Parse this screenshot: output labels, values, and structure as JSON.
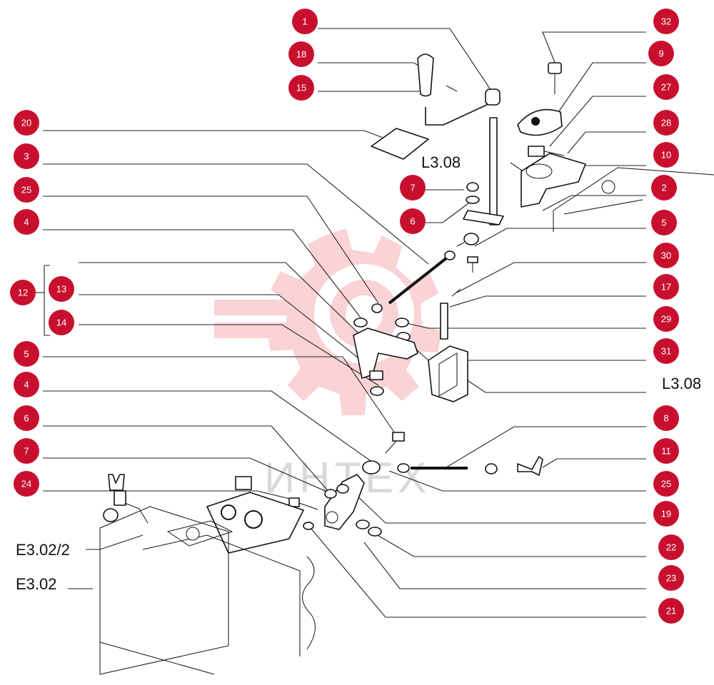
{
  "diagram": {
    "watermark_text": "ИНТЕХ",
    "accent_color": "#c8102e",
    "reference_labels": [
      {
        "id": "ref-l308-top",
        "text": "L3.08"
      },
      {
        "id": "ref-l308-right",
        "text": "L3.08"
      },
      {
        "id": "ref-e302-2",
        "text": "E3.02/2"
      },
      {
        "id": "ref-e302",
        "text": "E3.02"
      }
    ],
    "callouts_left": [
      "20",
      "3",
      "25",
      "4",
      "12",
      "13",
      "14",
      "5",
      "4",
      "6",
      "7",
      "24"
    ],
    "callouts_top": [
      "1",
      "18",
      "15",
      "7",
      "6"
    ],
    "callouts_right": [
      "32",
      "9",
      "27",
      "28",
      "10",
      "2",
      "5",
      "30",
      "17",
      "29",
      "31",
      "8",
      "11",
      "25",
      "19",
      "22",
      "23",
      "21"
    ]
  }
}
